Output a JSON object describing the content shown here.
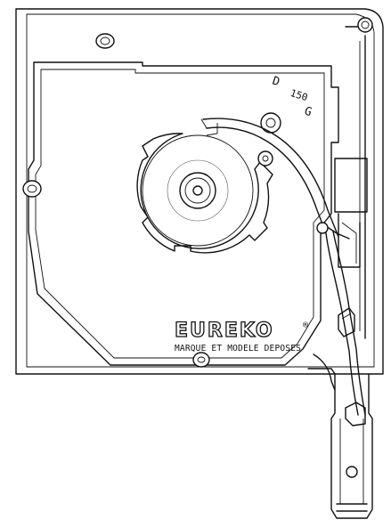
{
  "diagram": {
    "labels": {
      "size_code": "150",
      "side_left": "D",
      "side_right": "G",
      "brand": "EUREKO",
      "registered_mark": "®",
      "tagline": "MARQUE ET MODELE DEPOSES"
    }
  }
}
